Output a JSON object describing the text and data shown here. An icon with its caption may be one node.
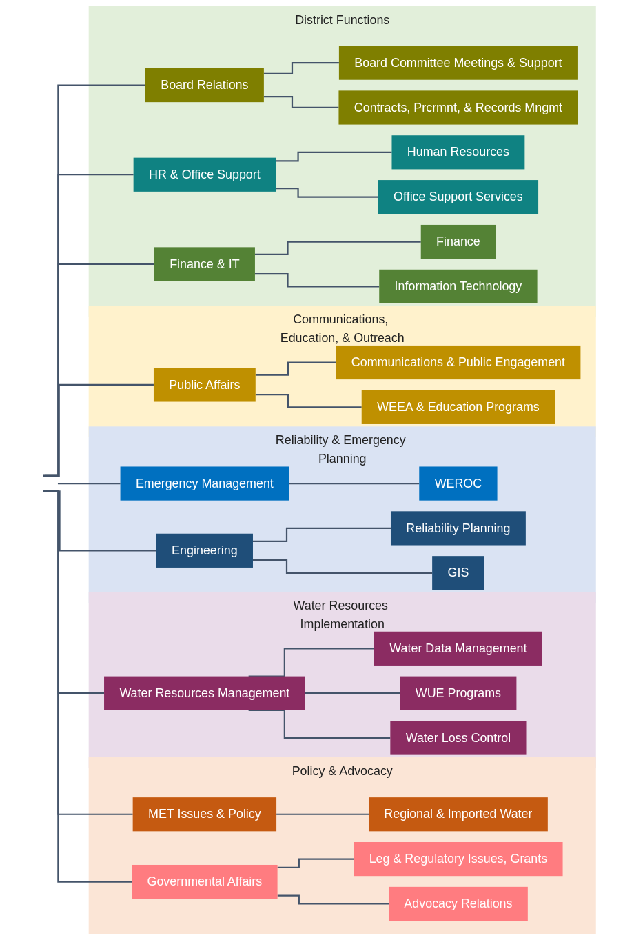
{
  "diagram": {
    "nodes": [
      {
        "text": [
          "District Functions"
        ]
      },
      {
        "text": [
          "Board Relations"
        ],
        "in": 0
      },
      {
        "text": [
          "Board Committee Meetings & Support"
        ],
        "in": 0
      },
      {
        "text": [
          "Contracts, Prcrmnt, & Records Mngmt"
        ],
        "in": 0
      },
      {
        "text": [
          "HR & Office Support"
        ],
        "in": 0
      },
      {
        "text": [
          "Human Resources"
        ],
        "in": 0
      },
      {
        "text": [
          "Office Support Services"
        ],
        "in": 0
      },
      {
        "text": [
          "Finance & IT"
        ],
        "in": 0
      },
      {
        "text": [
          "Finance"
        ],
        "in": 0
      },
      {
        "text": [
          "Information Technology"
        ],
        "in": 0
      },
      {
        "text": [
          "Communications, Education, & Outreach"
        ]
      },
      {
        "text": [
          "Public Affairs"
        ],
        "in": 10
      },
      {
        "text": [
          "Communications & Public Engagement"
        ],
        "in": 10
      },
      {
        "text": [
          "WEEA & Education Programs"
        ],
        "in": 10
      },
      {
        "text": [
          "Reliability & Emergency Planning"
        ]
      },
      {
        "text": [
          "Emergency Management"
        ],
        "in": 14
      },
      {
        "text": [
          "WEROC"
        ],
        "in": 14
      },
      {
        "text": [
          "Engineering"
        ],
        "in": 14
      },
      {
        "text": [
          "Reliability Planning"
        ],
        "in": 14
      },
      {
        "text": [
          "GIS"
        ],
        "in": 14
      },
      {
        "text": [
          "Water Resources Implementation"
        ]
      },
      {
        "text": [
          "Water Resources Management"
        ],
        "in": 20
      },
      {
        "text": [
          "Water Data Management"
        ],
        "in": 20
      },
      {
        "text": [
          "WUE Programs"
        ],
        "in": 20
      },
      {
        "text": [
          "Water Loss Control"
        ],
        "in": 20
      },
      {
        "text": [
          "Policy & Advocacy"
        ]
      },
      {
        "text": [
          "MET Issues & Policy"
        ],
        "in": 25
      },
      {
        "text": [
          "Regional & Imported Water"
        ],
        "in": 25
      },
      {
        "text": [
          "Governmental Affairs"
        ],
        "in": 25
      },
      {
        "text": [
          "Leg & Regulatory Issues, Grants"
        ],
        "in": 25
      },
      {
        "text": [
          "Advocacy Relations"
        ],
        "in": 25
      }
    ],
    "edges": [
      {
        "from": null,
        "to": 1,
        "arrow": "none"
      },
      {
        "from": null,
        "to": 4,
        "arrow": "none"
      },
      {
        "from": null,
        "to": 7,
        "arrow": "none"
      },
      {
        "from": null,
        "to": 11,
        "arrow": "none"
      },
      {
        "from": null,
        "to": 15,
        "arrow": "none"
      },
      {
        "from": null,
        "to": 17,
        "arrow": "none"
      },
      {
        "from": null,
        "to": 21,
        "arrow": "none"
      },
      {
        "from": null,
        "to": 26,
        "arrow": "none"
      },
      {
        "from": null,
        "to": 28,
        "arrow": "none"
      },
      {
        "from": 1,
        "to": 2,
        "arrow": "none"
      },
      {
        "from": 1,
        "to": 3,
        "arrow": "none"
      },
      {
        "from": 4,
        "to": 5,
        "arrow": "none"
      },
      {
        "from": 4,
        "to": 6,
        "arrow": "none"
      },
      {
        "from": 7,
        "to": 8,
        "arrow": "none"
      },
      {
        "from": 7,
        "to": 9,
        "arrow": "none"
      },
      {
        "from": 11,
        "to": 12,
        "arrow": "none"
      },
      {
        "from": 11,
        "to": 13,
        "arrow": "none"
      },
      {
        "from": 15,
        "to": 16,
        "arrow": "none"
      },
      {
        "from": 17,
        "to": 18,
        "arrow": "none"
      },
      {
        "from": 17,
        "to": 19,
        "arrow": "none"
      },
      {
        "from": 21,
        "to": 22,
        "arrow": "none"
      },
      {
        "from": 21,
        "to": 23,
        "arrow": "none"
      },
      {
        "from": 21,
        "to": 24,
        "arrow": "none"
      },
      {
        "from": 26,
        "to": 27,
        "arrow": "none"
      },
      {
        "from": 28,
        "to": 29,
        "arrow": "none"
      },
      {
        "from": 28,
        "to": 30,
        "arrow": "none"
      }
    ]
  }
}
